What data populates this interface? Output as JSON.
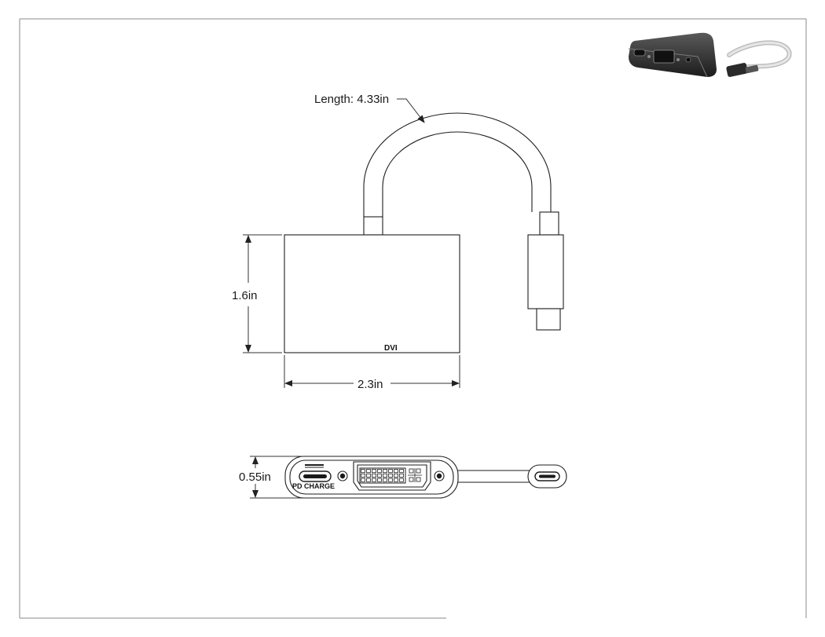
{
  "top_view": {
    "length_label": "Length: 4.33in",
    "height_label": "1.6in",
    "width_label": "2.3in",
    "port_label": "DVI"
  },
  "side_view": {
    "thickness_label": "0.55in",
    "pd_label": "PD CHARGE"
  },
  "preview": {
    "icon": "usb-c-to-dvi-adapter-render"
  }
}
